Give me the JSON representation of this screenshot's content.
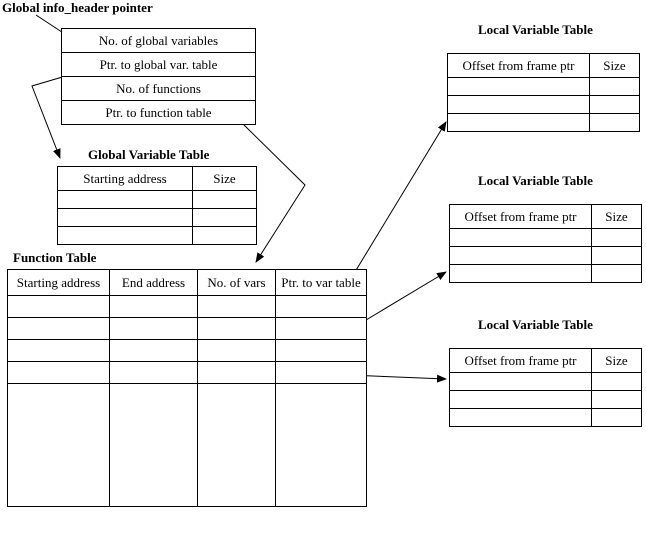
{
  "labels": {
    "global_pointer": "Global info_header pointer",
    "global_variable_table": "Global Variable Table",
    "function_table": "Function Table",
    "local_variable_table_1": "Local Variable Table",
    "local_variable_table_2": "Local Variable Table",
    "local_variable_table_3": "Local Variable Table"
  },
  "header_table": {
    "rows": [
      "No. of global variables",
      "Ptr. to global var. table",
      "No. of functions",
      "Ptr. to function table"
    ]
  },
  "global_variable_table": {
    "headers": [
      "Starting address",
      "Size"
    ],
    "empty_rows": 3
  },
  "function_table": {
    "headers": [
      "Starting address",
      "End address",
      "No. of vars",
      "Ptr. to var table"
    ],
    "empty_rows": 4,
    "tall_row": true
  },
  "local_variable_tables": [
    {
      "headers": [
        "Offset from frame ptr",
        "Size"
      ],
      "empty_rows": 3
    },
    {
      "headers": [
        "Offset from frame ptr",
        "Size"
      ],
      "empty_rows": 3
    },
    {
      "headers": [
        "Offset from frame ptr",
        "Size"
      ],
      "empty_rows": 3
    }
  ],
  "colors": {
    "stroke": "#000000",
    "background": "#ffffff"
  }
}
